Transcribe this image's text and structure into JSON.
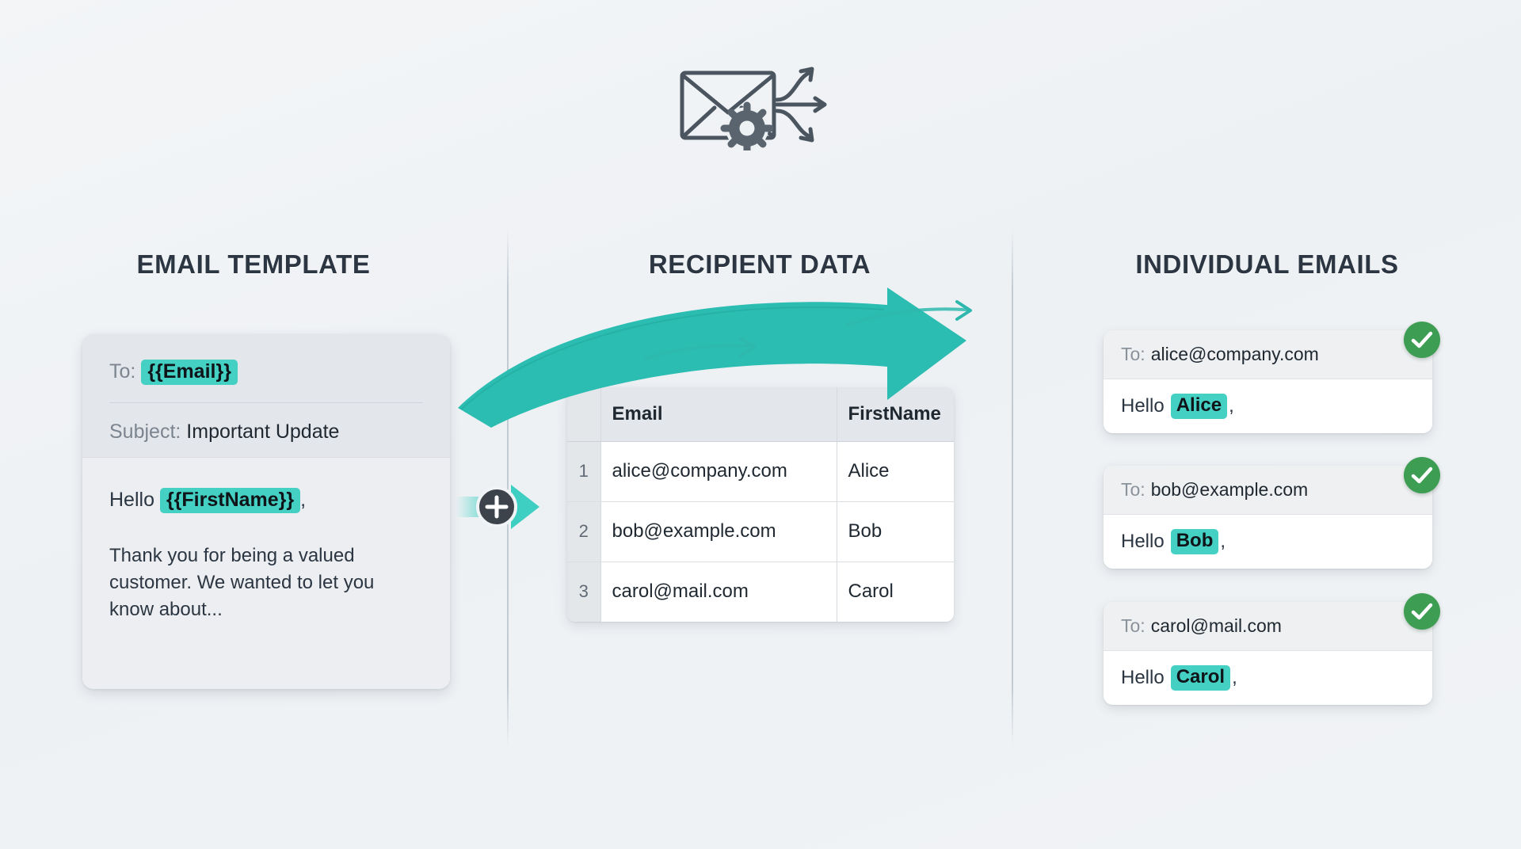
{
  "header": {
    "icon": "envelope-gear-arrows-icon"
  },
  "columns": {
    "template_title": "EMAIL TEMPLATE",
    "recipient_title": "RECIPIENT DATA",
    "emails_title": "INDIVIDUAL EMAILS"
  },
  "template": {
    "to_label": "To:",
    "to_merge_field": "{{Email}}",
    "subject_label": "Subject:",
    "subject_value": "Important Update",
    "greeting_prefix": "Hello",
    "greeting_merge_field": "{{FirstName}}",
    "greeting_suffix": ",",
    "paragraph": "Thank you for being a valued customer. We wanted to let you know about..."
  },
  "connector": {
    "symbol": "+",
    "icon": "plus-circle-icon",
    "arrow_icon": "arrow-right-icon"
  },
  "recipients": {
    "columns": [
      "",
      "Email",
      "FirstName"
    ],
    "rows": [
      {
        "num": "1",
        "email": "alice@company.com",
        "first_name": "Alice"
      },
      {
        "num": "2",
        "email": "bob@example.com",
        "first_name": "Bob"
      },
      {
        "num": "3",
        "email": "carol@mail.com",
        "first_name": "Carol"
      }
    ]
  },
  "emails": [
    {
      "to_label": "To:",
      "to_value": "alice@company.com",
      "greeting_prefix": "Hello",
      "name": "Alice",
      "greeting_suffix": ",",
      "status_icon": "check-circle-icon"
    },
    {
      "to_label": "To:",
      "to_value": "bob@example.com",
      "greeting_prefix": "Hello",
      "name": "Bob",
      "greeting_suffix": ",",
      "status_icon": "check-circle-icon"
    },
    {
      "to_label": "To:",
      "to_value": "carol@mail.com",
      "greeting_prefix": "Hello",
      "name": "Carol",
      "greeting_suffix": ",",
      "status_icon": "check-circle-icon"
    }
  ],
  "flow": {
    "arrow_icon": "curved-arrow-right-icon"
  },
  "colors": {
    "accent_teal": "#45d0c4",
    "arrow_teal": "#2eb8ad",
    "success_green": "#3d9e53",
    "title_navy": "#2b3642",
    "background": "#f1f4f6"
  }
}
